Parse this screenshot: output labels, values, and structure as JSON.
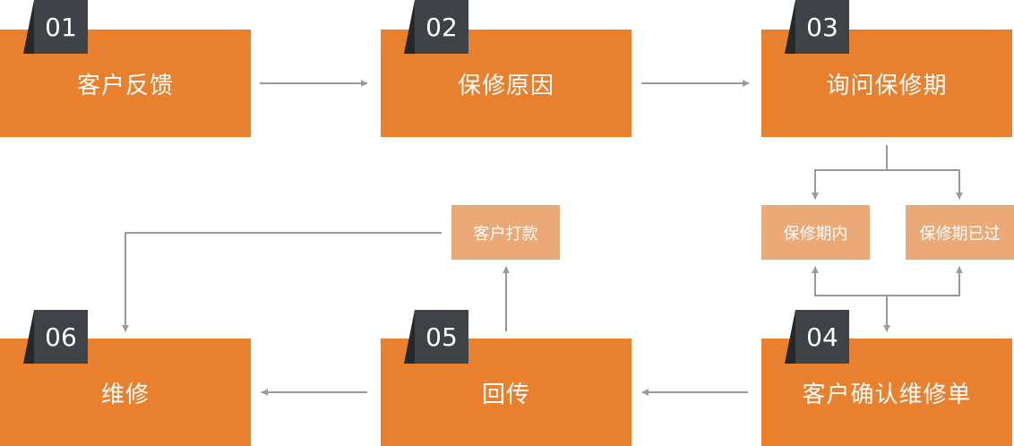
{
  "colors": {
    "step_fill": "#e8802e",
    "sub_fill": "#eba978",
    "tab_fill": "#3f4347",
    "tab_shadow": "#25292c",
    "connector": "#9a9a9a"
  },
  "steps": [
    {
      "number": "01",
      "label": "客户反馈"
    },
    {
      "number": "02",
      "label": "保修原因"
    },
    {
      "number": "03",
      "label": "询问保修期"
    },
    {
      "number": "04",
      "label": "客户确认维修单"
    },
    {
      "number": "05",
      "label": "回传"
    },
    {
      "number": "06",
      "label": "维修"
    }
  ],
  "substeps": {
    "in_warranty": "保修期内",
    "out_of_warranty": "保修期已过",
    "customer_payment": "客户打款"
  }
}
